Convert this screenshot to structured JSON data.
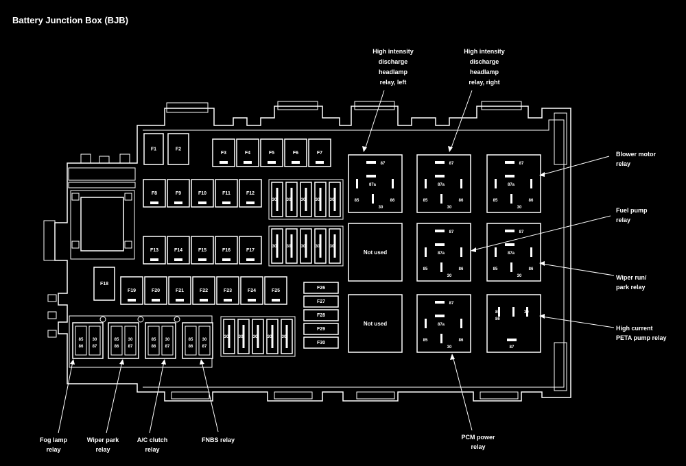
{
  "title": "Battery Junction Box (BJB)",
  "fuses": {
    "maxi": [
      "F1",
      "F2"
    ],
    "row1": [
      "F3",
      "F4",
      "F5",
      "F6",
      "F7"
    ],
    "row2": [
      "F8",
      "F9",
      "F10",
      "F11",
      "F12"
    ],
    "row3": [
      "F13",
      "F14",
      "F15",
      "F16",
      "F17"
    ],
    "single": "F18",
    "row4": [
      "F19",
      "F20",
      "F21",
      "F22",
      "F23",
      "F24",
      "F25"
    ],
    "stack": [
      "F26",
      "F27",
      "F28",
      "F29",
      "F30"
    ],
    "mini_pins": [
      "30",
      "30",
      "30",
      "30",
      "30"
    ]
  },
  "relay_pins": {
    "p30": "30",
    "p85": "85",
    "p86": "86",
    "p87": "87",
    "p87a": "87a"
  },
  "not_used": "Not used",
  "callouts": {
    "hid_left": [
      "High intensity",
      "discharge",
      "headlamp",
      "relay, left"
    ],
    "hid_right": [
      "High intensity",
      "discharge",
      "headlamp",
      "relay, right"
    ],
    "blower": [
      "Blower motor",
      "relay"
    ],
    "fuel_pump": [
      "Fuel pump",
      "relay"
    ],
    "wiper_run": [
      "Wiper run/",
      "park relay"
    ],
    "petа": [
      "High current",
      "PETA pump relay"
    ],
    "pcm": [
      "PCM power",
      "relay"
    ],
    "fog": [
      "Fog lamp",
      "relay"
    ],
    "wiper_park": [
      "Wiper park",
      "relay"
    ],
    "ac_clutch": [
      "A/C clutch",
      "relay"
    ],
    "fnbs": [
      "FNBS relay"
    ]
  },
  "colors": {
    "background": "#000000",
    "line": "#ffffff"
  }
}
